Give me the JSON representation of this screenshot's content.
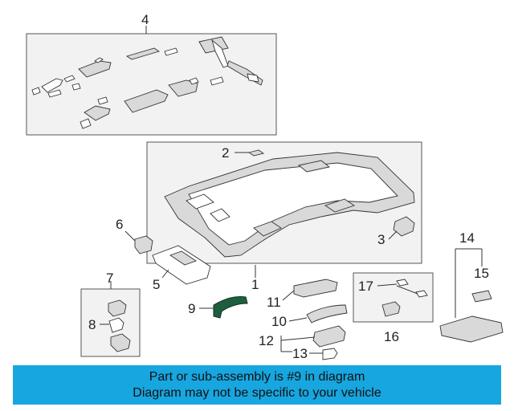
{
  "callouts": {
    "c1": "1",
    "c2": "2",
    "c3": "3",
    "c4": "4",
    "c5": "5",
    "c6": "6",
    "c7": "7",
    "c8": "8",
    "c9": "9",
    "c10": "10",
    "c11": "11",
    "c12": "12",
    "c13": "13",
    "c14": "14",
    "c15": "15",
    "c16": "16",
    "c17": "17"
  },
  "highlight_part": "9",
  "colors": {
    "banner": "#17a6df",
    "highlight_part": "#1e5e3f"
  },
  "banner": {
    "line1": "Part or sub-assembly is #9 in diagram",
    "line2": "Diagram may not be specific to your vehicle"
  }
}
